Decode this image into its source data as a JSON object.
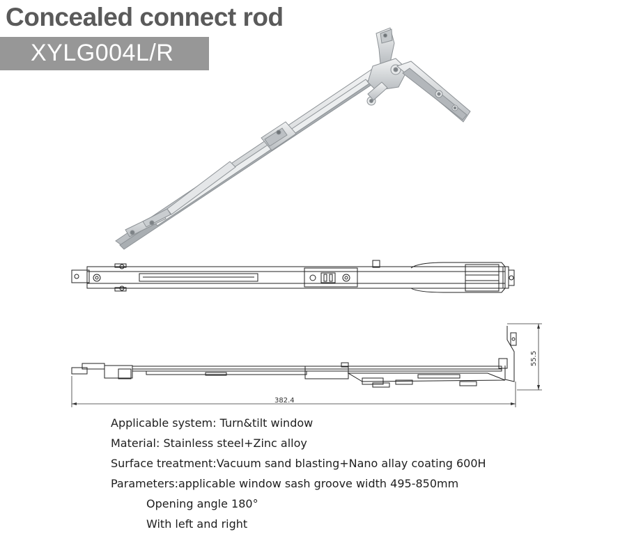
{
  "header": {
    "title": "Concealed connect rod",
    "model": "XYLG004L/R"
  },
  "dimensions": {
    "length": "382.4",
    "height": "55.5"
  },
  "specs": {
    "system": "Applicable system: Turn&tilt window",
    "material": "Material: Stainless steel+Zinc alloy",
    "surface": "Surface treatment:Vacuum sand blasting+Nano allay coating 600H",
    "parameters": "Parameters:applicable window sash groove width 495-850mm",
    "angle": "Opening angle  180°",
    "hand": "With left and right"
  },
  "colors": {
    "title": "#5a5a5a",
    "badge": "#979797",
    "metal": "#d9dbdd"
  }
}
